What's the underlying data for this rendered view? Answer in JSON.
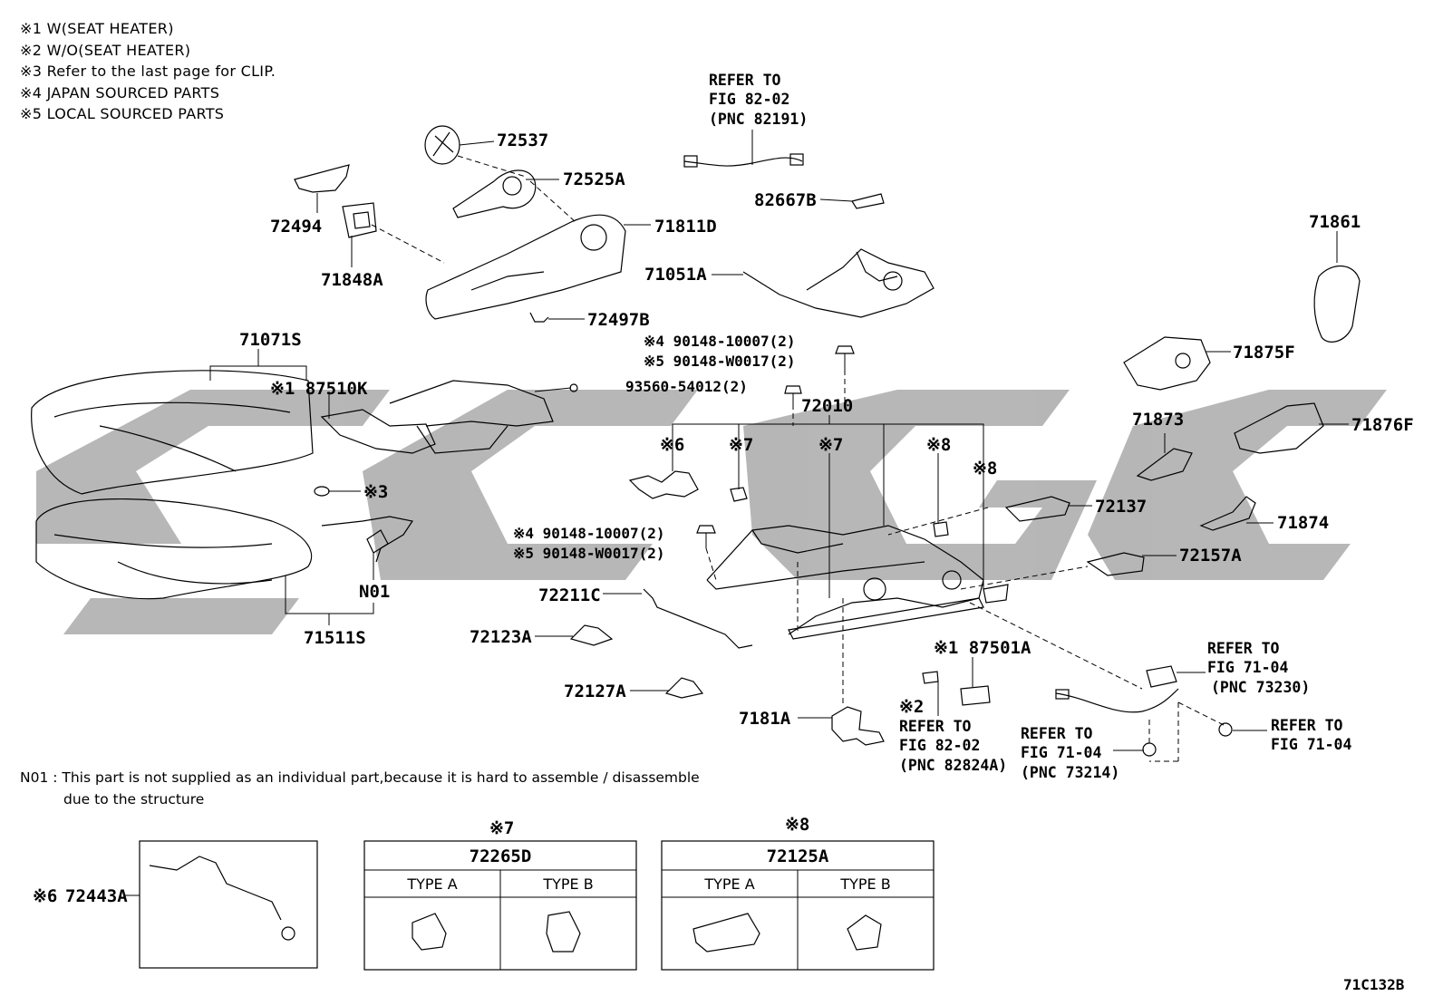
{
  "notes": [
    "※1 W(SEAT HEATER)",
    "※2 W/O(SEAT HEATER)",
    "※3 Refer to the last page for CLIP.",
    "※4 JAPAN SOURCED PARTS",
    "※5 LOCAL SOURCED PARTS"
  ],
  "footnote": {
    "line1": "N01 : This part is not supplied as an individual part,because it is hard to assemble / disassemble",
    "line2": "due to the structure"
  },
  "figure_code": "71C132B",
  "parts": {
    "p72537": "72537",
    "p72525A": "72525A",
    "p72494": "72494",
    "p71848A": "71848A",
    "p71811D": "71811D",
    "p72497B": "72497B",
    "p82667B": "82667B",
    "p71051A": "71051A",
    "p71861": "71861",
    "p71875F": "71875F",
    "p71873": "71873",
    "p71876F": "71876F",
    "p72137": "72137",
    "p71874": "71874",
    "p72157A": "72157A",
    "p71071S": "71071S",
    "p87510K": "※1 87510K",
    "p3clip": "※3",
    "pN01": "N01",
    "p71511S": "71511S",
    "p72010": "72010",
    "m6": "※6",
    "m7a": "※7",
    "m7b": "※7",
    "m8a": "※8",
    "m8b": "※8",
    "p72211C": "72211C",
    "p72123A": "72123A",
    "p72127A": "72127A",
    "p7181A": "7181A",
    "p87501A": "※1 87501A",
    "m2": "※2"
  },
  "bolts": {
    "top4": "※4 90148-10007(2)",
    "top5": "※5 90148-W0017(2)",
    "nut": "93560-54012(2)",
    "mid4": "※4 90148-10007(2)",
    "mid5": "※5 90148-W0017(2)"
  },
  "refs": {
    "r1": [
      "REFER TO",
      "FIG 82-02",
      "(PNC 82191)"
    ],
    "r2": [
      "REFER TO",
      "FIG 82-02",
      "(PNC 82824A)"
    ],
    "r3": [
      "REFER TO",
      "FIG 71-04",
      "(PNC 73214)"
    ],
    "r4": [
      "REFER TO",
      "FIG 71-04",
      "(PNC 73230)"
    ],
    "r5": [
      "REFER TO",
      "FIG 71-04"
    ]
  },
  "tables": {
    "left": {
      "marker": "※6",
      "part": "72443A"
    },
    "mid": {
      "marker": "※7",
      "part": "72265D",
      "col_a": "TYPE A",
      "col_b": "TYPE B"
    },
    "right": {
      "marker": "※8",
      "part": "72125A",
      "col_a": "TYPE A",
      "col_b": "TYPE B"
    }
  },
  "colors": {
    "watermark": "#b3b3b3",
    "ink": "#000000"
  }
}
